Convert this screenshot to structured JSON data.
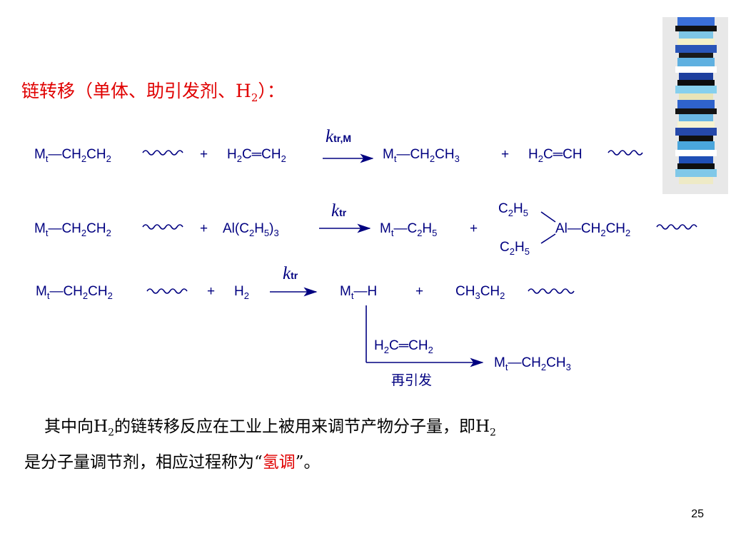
{
  "title": {
    "text": "链转移（单体、助引发剂、H",
    "sub": "2",
    "tail": "）："
  },
  "page_number": "25",
  "reactions": {
    "r1": {
      "reactant": {
        "main": "M",
        "sub": "t",
        "rest": "—CH",
        "s2": "2",
        "rest2": "CH",
        "s3": "2"
      },
      "plus": "+",
      "monomer": {
        "a": "H",
        "s1": "2",
        "b": "C═CH",
        "s2": "2"
      },
      "rate": {
        "k": "k",
        "sub": "tr,M"
      },
      "product1": {
        "main": "M",
        "sub": "t",
        "rest": "—CH",
        "s2": "2",
        "rest2": "CH",
        "s3": "3"
      },
      "plus2": "+",
      "product2": {
        "a": "H",
        "s1": "2",
        "b": "C═CH"
      }
    },
    "r2": {
      "reactant": {
        "main": "M",
        "sub": "t",
        "rest": "—CH",
        "s2": "2",
        "rest2": "CH",
        "s3": "2"
      },
      "plus": "+",
      "reagent": {
        "a": "Al(C",
        "s1": "2",
        "b": "H",
        "s2": "5",
        "c": ")",
        "s3": "3"
      },
      "rate": {
        "k": "k",
        "sub": "tr"
      },
      "product1": {
        "main": "M",
        "sub": "t",
        "rest": "—C",
        "s2": "2",
        "rest2": "H",
        "s3": "5"
      },
      "plus2": "+",
      "ethyl_top": {
        "a": "C",
        "s1": "2",
        "b": "H",
        "s2": "5"
      },
      "ethyl_bottom": {
        "a": "C",
        "s1": "2",
        "b": "H",
        "s2": "5"
      },
      "product2": {
        "a": "Al—CH",
        "s1": "2",
        "b": "CH",
        "s2": "2"
      }
    },
    "r3": {
      "reactant": {
        "main": "M",
        "sub": "t",
        "rest": "—CH",
        "s2": "2",
        "rest2": "CH",
        "s3": "2"
      },
      "plus": "+",
      "reagent": {
        "a": "H",
        "s1": "2"
      },
      "rate": {
        "k": "k",
        "sub": "tr"
      },
      "product1": {
        "main": "M",
        "sub": "t",
        "rest": "—H"
      },
      "plus2": "+",
      "product2": {
        "a": "CH",
        "s1": "3",
        "b": "CH",
        "s2": "2"
      },
      "reinit_monomer": {
        "a": "H",
        "s1": "2",
        "b": "C═CH",
        "s2": "2"
      },
      "reinit_label": "再引发",
      "reinit_product": {
        "main": "M",
        "sub": "t",
        "rest": "—CH",
        "s2": "2",
        "rest2": "CH",
        "s3": "3"
      }
    }
  },
  "paragraph": {
    "p1a": "其中向H",
    "p1sub": "2",
    "p1b": "的链转移反应在工业上被用来调节产物分子量，即H",
    "p1sub2": "2",
    "p2a": "是分子量调节剂，相应过程称为“",
    "p2red": "氢调",
    "p2b": "”。"
  },
  "colors": {
    "title": "#e00000",
    "formula": "#000080",
    "highlight": "#e00000"
  }
}
